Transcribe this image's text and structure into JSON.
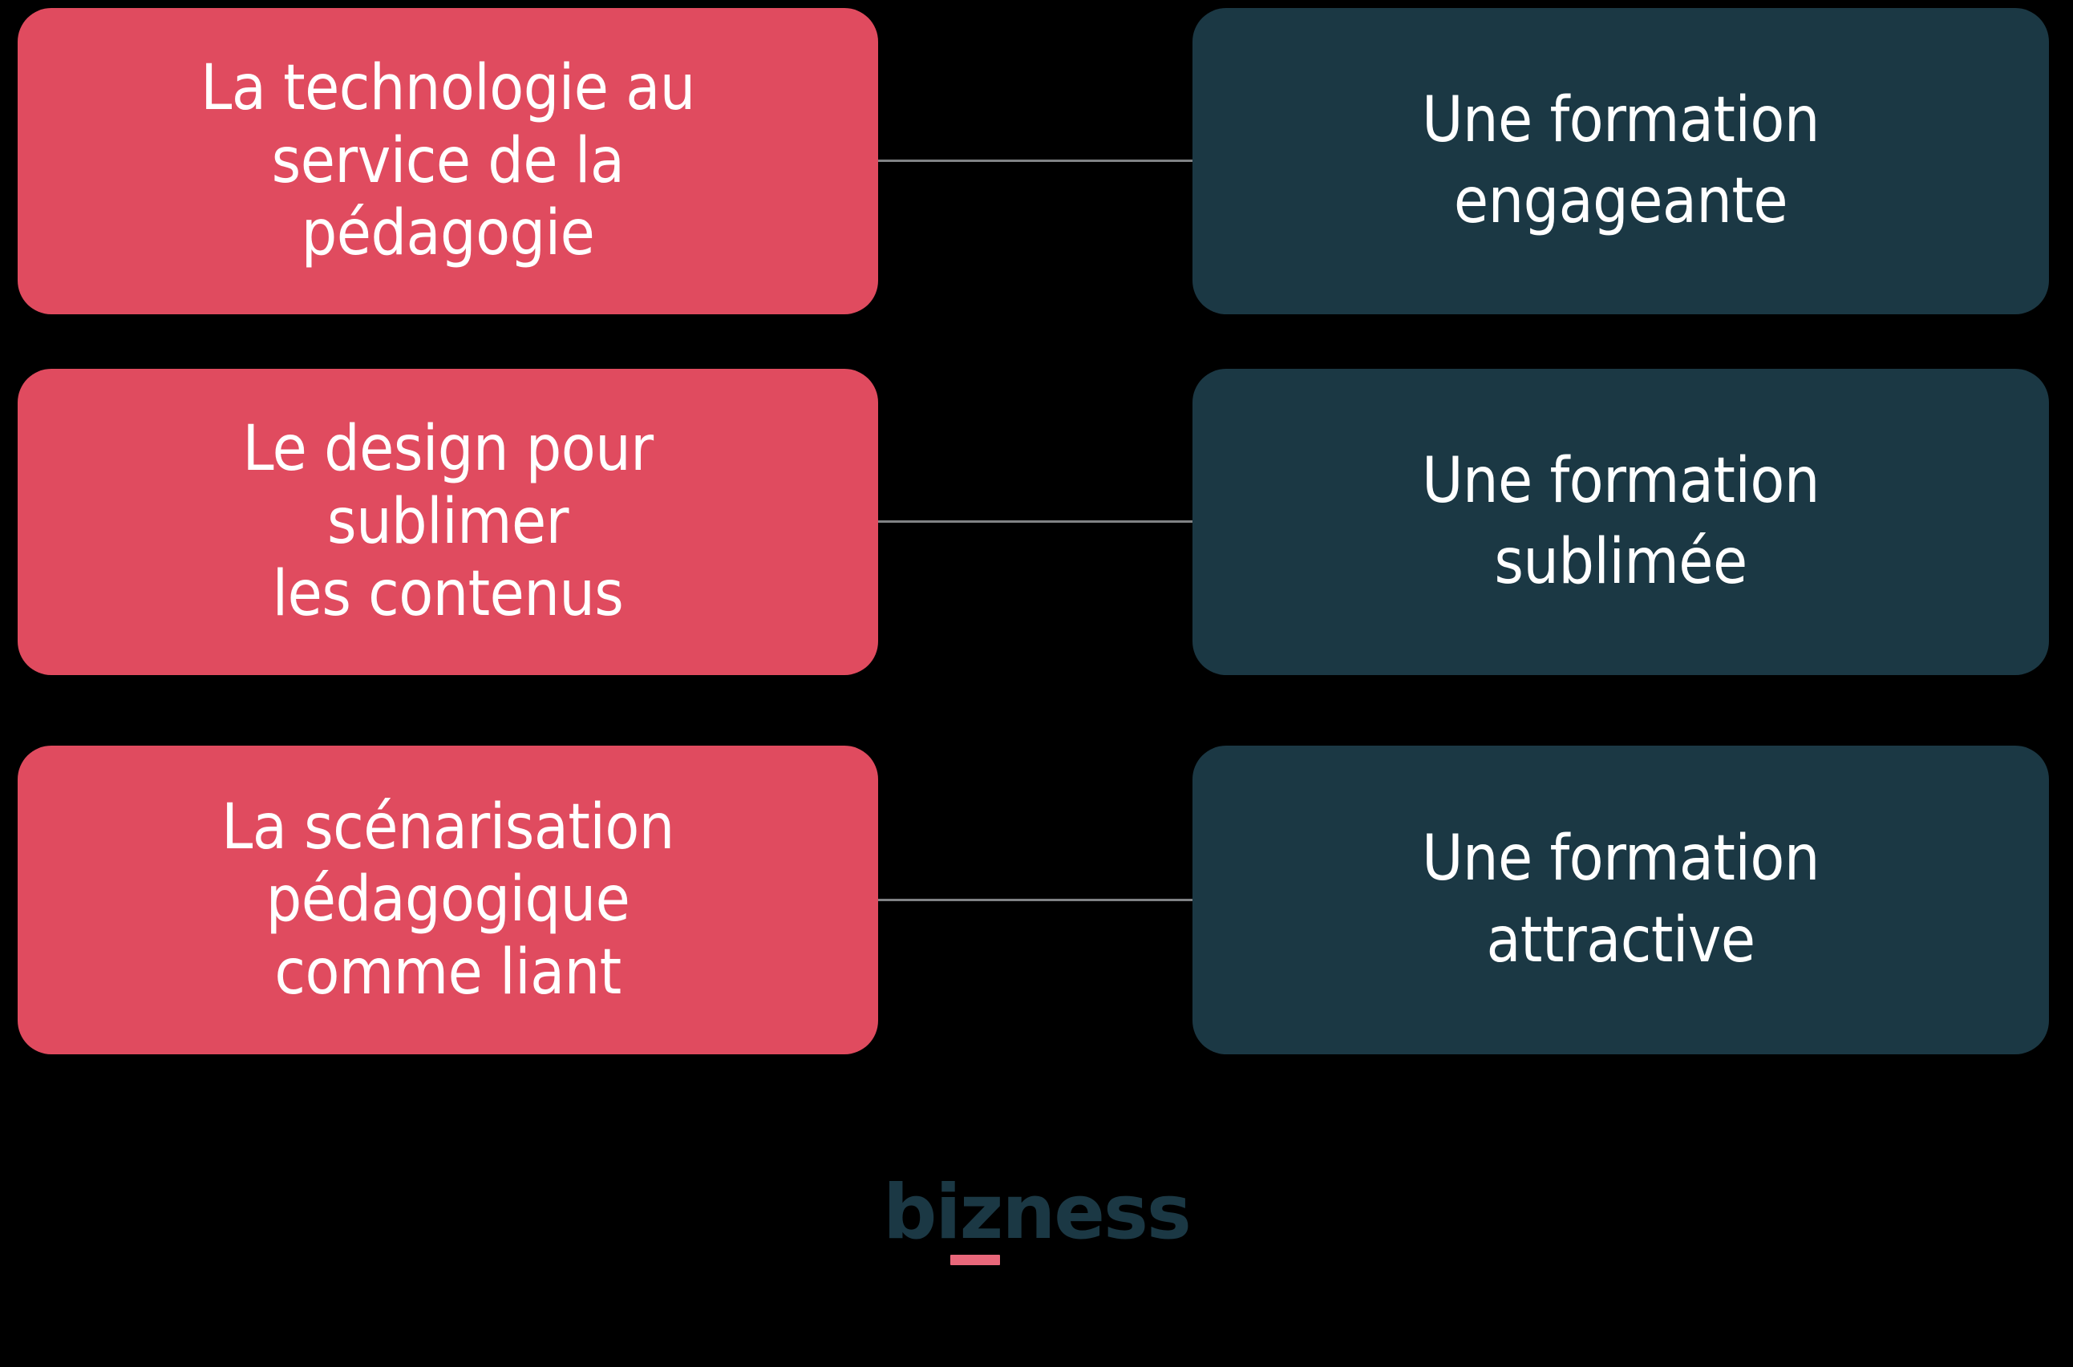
{
  "colors": {
    "background": "#000000",
    "left_card_bg": "#E04B5F",
    "right_card_bg": "#1B3844",
    "card_text": "#FFFFFF",
    "connector_line": "#808285",
    "logo_text": "#1B3844",
    "logo_accent": "#E8677A"
  },
  "rows": [
    {
      "left_label": "La technologie au\nservice de la\npédagogie",
      "right_label": "Une formation\nengageante"
    },
    {
      "left_label": "Le design pour\nsublimer\nles contenus",
      "right_label": "Une formation\nsublimée"
    },
    {
      "left_label": "La scénarisation\npédagogique\ncomme liant",
      "right_label": "Une formation\nattractive"
    }
  ],
  "logo": {
    "wordmark": "bizness",
    "accent_shape": "z-underline-bar"
  }
}
